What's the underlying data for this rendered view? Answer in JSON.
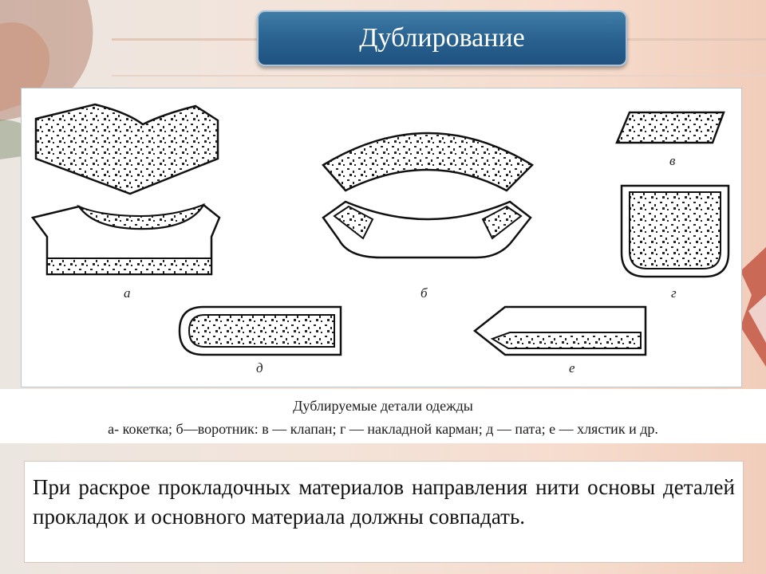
{
  "title": "Дублирование",
  "figure": {
    "labels": {
      "a": "а",
      "b": "б",
      "v": "в",
      "g": "г",
      "d": "д",
      "e": "е"
    }
  },
  "caption": {
    "title": "Дублируемые детали одежды",
    "legend": "а- кокетка; б—воротник: в — клапан; г — накладной карман; д — пата; е — хлястик и др."
  },
  "body_text": "При раскрое прокладочных материалов направления нити основы деталей прокладок и основного материала должны совпадать.",
  "colors": {
    "title_bg": "#2a6290",
    "title_text": "#ffffff",
    "background": "#f3e4da"
  }
}
